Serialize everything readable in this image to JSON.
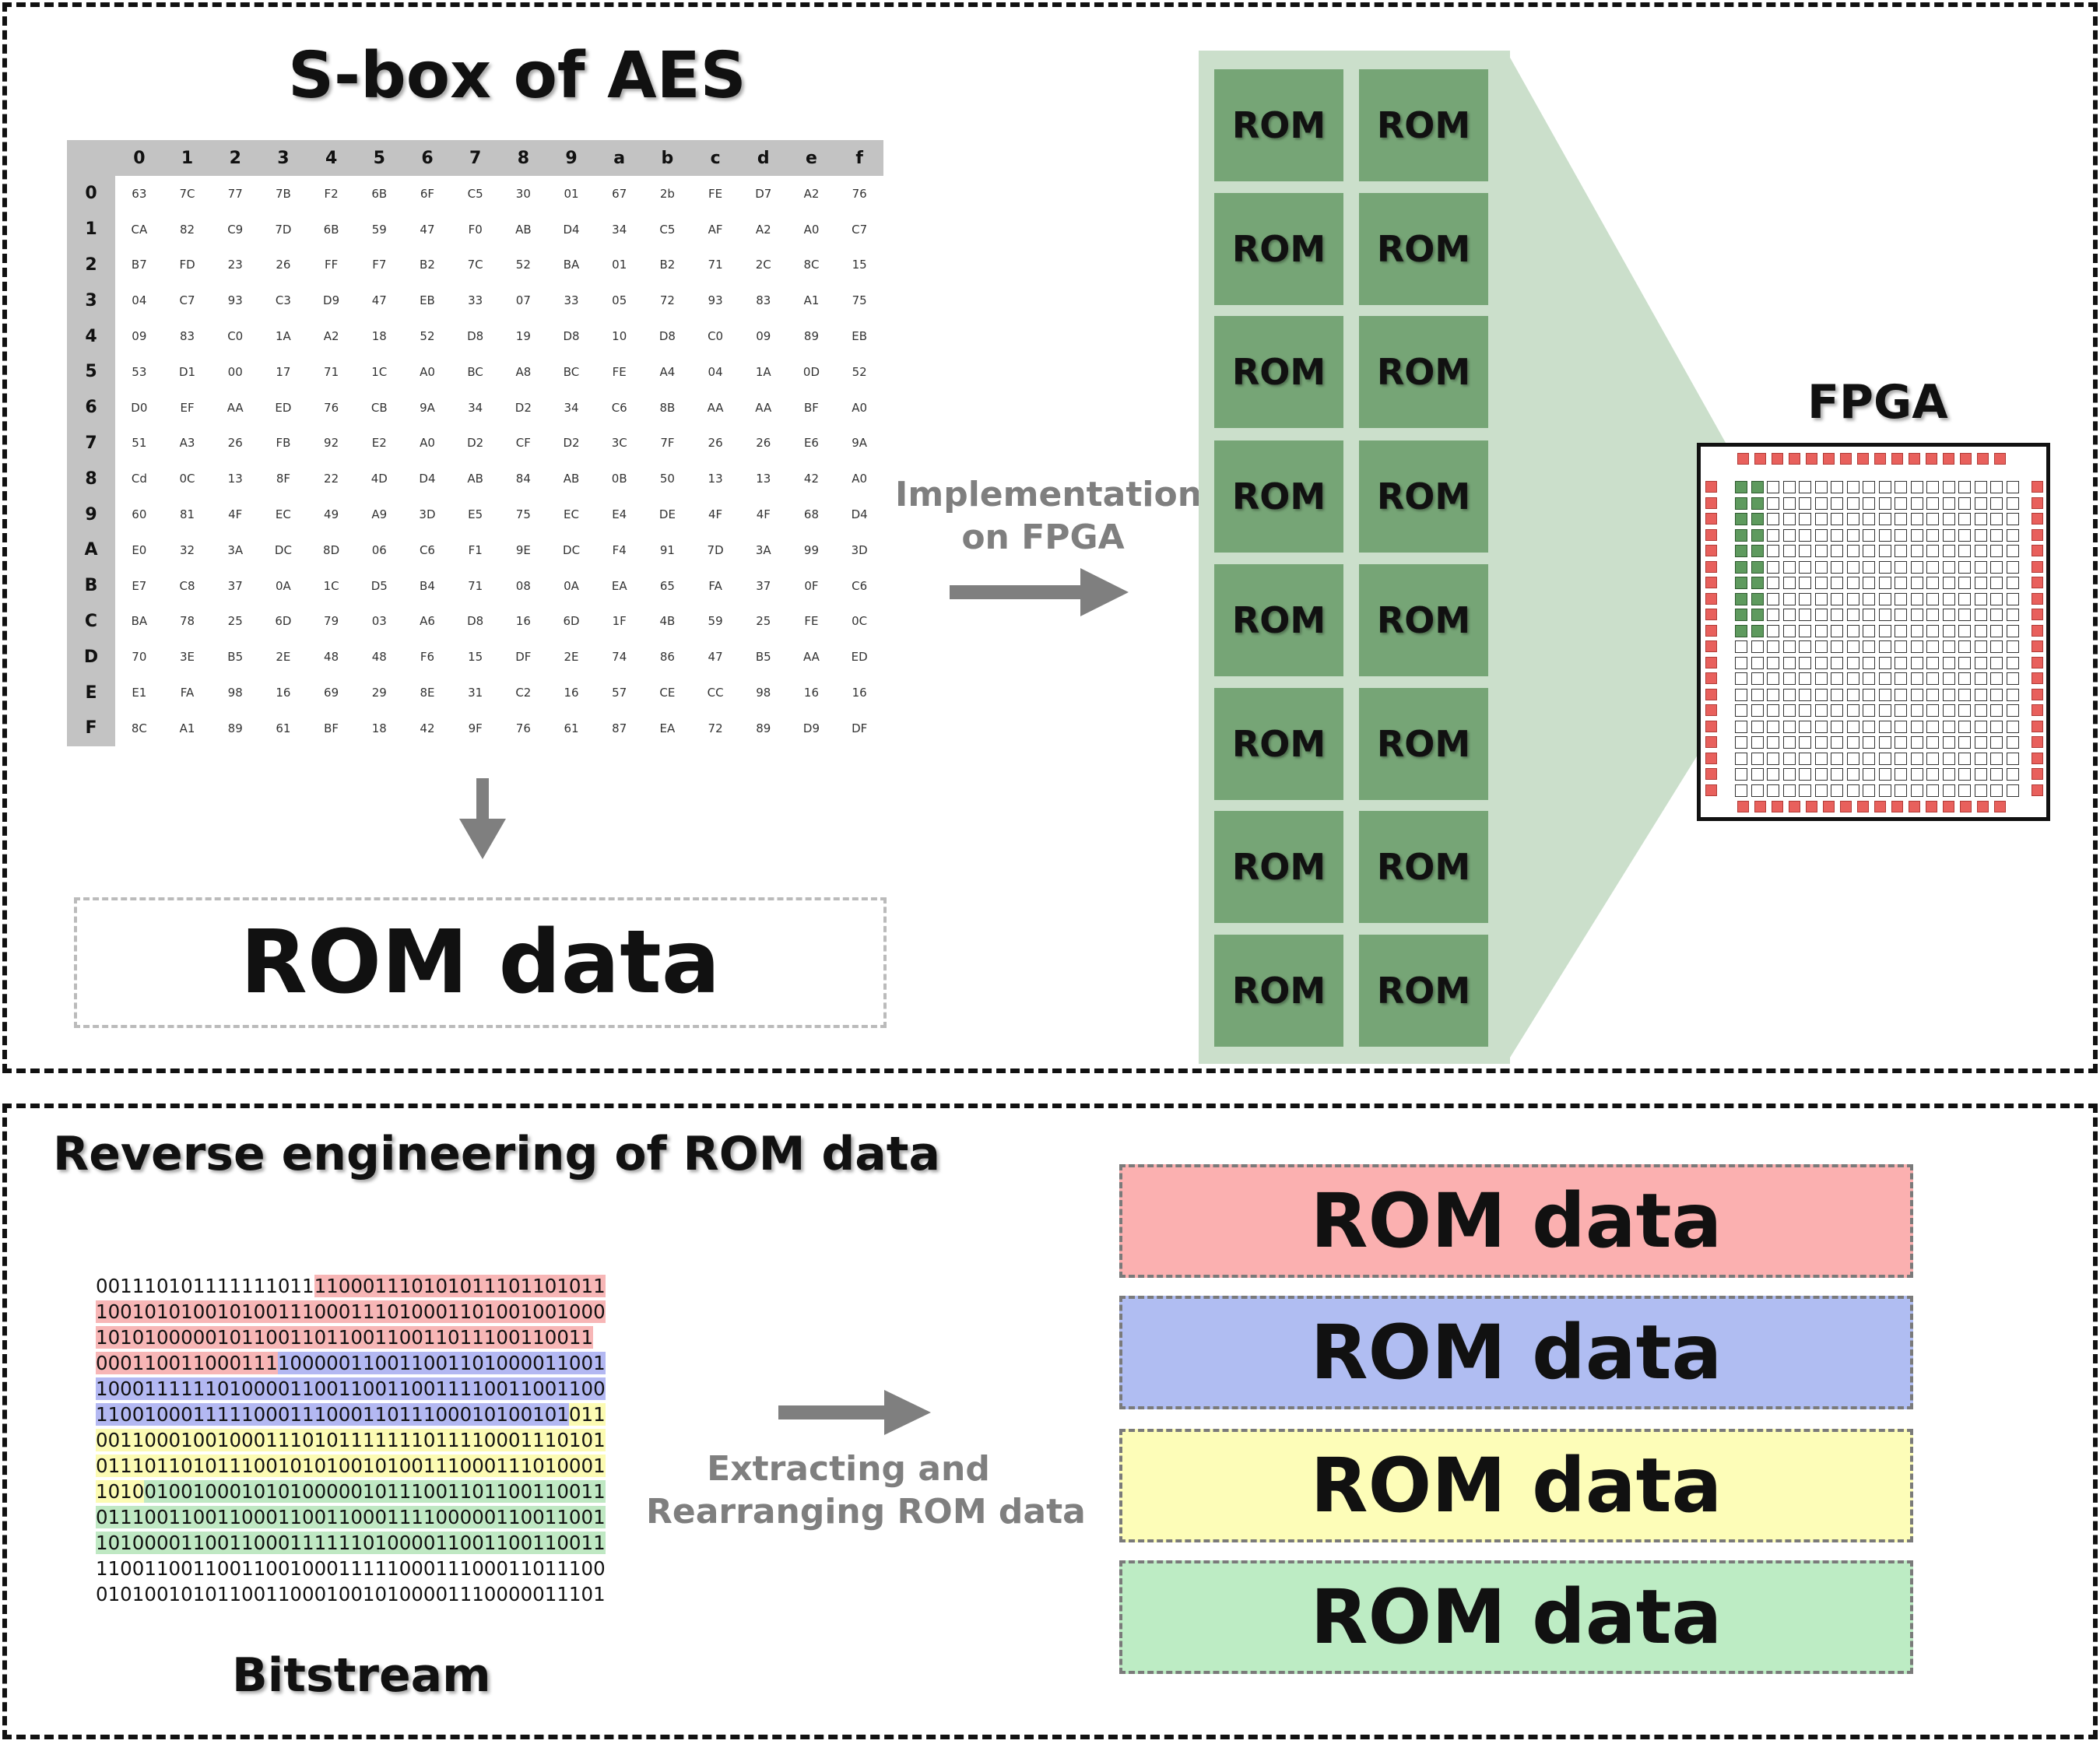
{
  "top": {
    "title": "S-box of AES",
    "col_headers": [
      "0",
      "1",
      "2",
      "3",
      "4",
      "5",
      "6",
      "7",
      "8",
      "9",
      "a",
      "b",
      "c",
      "d",
      "e",
      "f"
    ],
    "row_headers": [
      "0",
      "1",
      "2",
      "3",
      "4",
      "5",
      "6",
      "7",
      "8",
      "9",
      "A",
      "B",
      "C",
      "D",
      "E",
      "F"
    ],
    "sbox_rows": [
      [
        "63",
        "7C",
        "77",
        "7B",
        "F2",
        "6B",
        "6F",
        "C5",
        "30",
        "01",
        "67",
        "2b",
        "FE",
        "D7",
        "A2",
        "76"
      ],
      [
        "CA",
        "82",
        "C9",
        "7D",
        "6B",
        "59",
        "47",
        "F0",
        "AB",
        "D4",
        "34",
        "C5",
        "AF",
        "A2",
        "A0",
        "C7"
      ],
      [
        "B7",
        "FD",
        "23",
        "26",
        "FF",
        "F7",
        "B2",
        "7C",
        "52",
        "BA",
        "01",
        "B2",
        "71",
        "2C",
        "8C",
        "15"
      ],
      [
        "04",
        "C7",
        "93",
        "C3",
        "D9",
        "47",
        "EB",
        "33",
        "07",
        "33",
        "05",
        "72",
        "93",
        "83",
        "A1",
        "75"
      ],
      [
        "09",
        "83",
        "C0",
        "1A",
        "A2",
        "18",
        "52",
        "D8",
        "19",
        "D8",
        "10",
        "D8",
        "C0",
        "09",
        "89",
        "EB"
      ],
      [
        "53",
        "D1",
        "00",
        "17",
        "71",
        "1C",
        "A0",
        "BC",
        "A8",
        "BC",
        "FE",
        "A4",
        "04",
        "1A",
        "0D",
        "52"
      ],
      [
        "D0",
        "EF",
        "AA",
        "ED",
        "76",
        "CB",
        "9A",
        "34",
        "D2",
        "34",
        "C6",
        "8B",
        "AA",
        "AA",
        "BF",
        "A0"
      ],
      [
        "51",
        "A3",
        "26",
        "FB",
        "92",
        "E2",
        "A0",
        "D2",
        "CF",
        "D2",
        "3C",
        "7F",
        "26",
        "26",
        "E6",
        "9A"
      ],
      [
        "Cd",
        "0C",
        "13",
        "8F",
        "22",
        "4D",
        "D4",
        "AB",
        "84",
        "AB",
        "0B",
        "50",
        "13",
        "13",
        "42",
        "A0"
      ],
      [
        "60",
        "81",
        "4F",
        "EC",
        "49",
        "A9",
        "3D",
        "E5",
        "75",
        "EC",
        "E4",
        "DE",
        "4F",
        "4F",
        "68",
        "D4"
      ],
      [
        "E0",
        "32",
        "3A",
        "DC",
        "8D",
        "06",
        "C6",
        "F1",
        "9E",
        "DC",
        "F4",
        "91",
        "7D",
        "3A",
        "99",
        "3D"
      ],
      [
        "E7",
        "C8",
        "37",
        "0A",
        "1C",
        "D5",
        "B4",
        "71",
        "08",
        "0A",
        "EA",
        "65",
        "FA",
        "37",
        "0F",
        "C6"
      ],
      [
        "BA",
        "78",
        "25",
        "6D",
        "79",
        "03",
        "A6",
        "D8",
        "16",
        "6D",
        "1F",
        "4B",
        "59",
        "25",
        "FE",
        "0C"
      ],
      [
        "70",
        "3E",
        "B5",
        "2E",
        "48",
        "48",
        "F6",
        "15",
        "DF",
        "2E",
        "74",
        "86",
        "47",
        "B5",
        "AA",
        "ED"
      ],
      [
        "E1",
        "FA",
        "98",
        "16",
        "69",
        "29",
        "8E",
        "31",
        "C2",
        "16",
        "57",
        "CE",
        "CC",
        "98",
        "16",
        "16"
      ],
      [
        "8C",
        "A1",
        "89",
        "61",
        "BF",
        "18",
        "42",
        "9F",
        "76",
        "61",
        "87",
        "EA",
        "72",
        "89",
        "D9",
        "DF"
      ]
    ],
    "rom_data_label": "ROM data",
    "implementation_label_line1": "Implementation",
    "implementation_label_line2": "on FPGA",
    "rom_block_label": "ROM",
    "fpga_title": "FPGA"
  },
  "bottom": {
    "title": "Reverse engineering of ROM data",
    "bitstream_title": "Bitstream",
    "extract_label_line1": "Extracting and",
    "extract_label_line2": "Rearranging ROM data",
    "bitstream_lines": [
      [
        {
          "t": "001110101111111011",
          "c": ""
        },
        {
          "t": "11000111010101110110101 1",
          "c": "red"
        }
      ],
      [
        {
          "t": "1001010100101001110001110100011010010010 00",
          "c": "red"
        }
      ],
      [
        {
          "t": "1010100000101100110110011001101110011001 1",
          "c": "red"
        }
      ],
      [
        {
          "t": "0001100110001 11",
          "c": "red"
        },
        {
          "t": "100000110011001101000011001",
          "c": "blue"
        }
      ],
      [
        {
          "t": "1000111111010000110011001100111100110011 00",
          "c": "blue"
        }
      ],
      [
        {
          "t": "11001000111110001110001101110001010010 1",
          "c": "blue"
        },
        {
          "t": "011",
          "c": "yellow"
        }
      ],
      [
        {
          "t": "0011000100100011101011111110111100011101 01",
          "c": "yellow"
        }
      ],
      [
        {
          "t": "0111011010111001010100101001110001110100 01",
          "c": "yellow"
        }
      ],
      [
        {
          "t": "1010",
          "c": "yellow"
        },
        {
          "t": "010010001010100000101110011011001100 11",
          "c": "green"
        }
      ],
      [
        {
          "t": "0111001100110001100110001111000001100110 01",
          "c": "green"
        }
      ],
      [
        {
          "t": "1010000110011000111111010000110011001100 11",
          "c": "green"
        }
      ],
      [
        {
          "t": "110011001100110010001111100011100011011100",
          "c": ""
        }
      ],
      [
        {
          "t": "010100101011001100010010100001110000011101",
          "c": ""
        }
      ]
    ],
    "rom_strips": [
      {
        "label": "ROM data",
        "color": "#fbb0b0"
      },
      {
        "label": "ROM data",
        "color": "#b0bdf2"
      },
      {
        "label": "ROM data",
        "color": "#fdfdb8"
      },
      {
        "label": "ROM data",
        "color": "#bdecc4"
      }
    ]
  }
}
